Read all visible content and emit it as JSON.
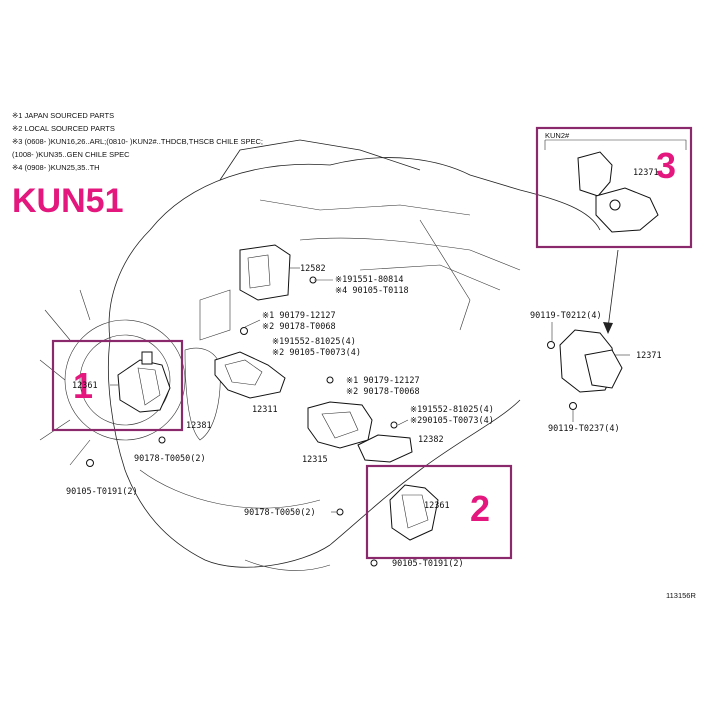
{
  "notes": [
    "※1 JAPAN SOURCED PARTS",
    "※2 LOCAL SOURCED PARTS",
    "※3 (0608-        )KUN16,26..ARL;(0810-        )KUN2#..THDCB,THSCB CHILE SPEC;",
    "(1008-        )KUN35..GEN CHILE SPEC",
    "※4 (0908-        )KUN25,35..TH"
  ],
  "model_title": "KUN51",
  "inset_label": "KUN2#",
  "callouts": [
    "1",
    "2",
    "3"
  ],
  "figure_id": "113156R",
  "parts": {
    "p12582": "12582",
    "bolt_a1": "※191551-80814",
    "bolt_a2": "※4 90105-T0118",
    "bolt_b1": "※1 90179-12127",
    "bolt_b2": "※2 90178-T0068",
    "bolt_c1": "※191552-81025(4)",
    "bolt_c2": "※2 90105-T0073(4)",
    "p12361_left": "12361",
    "p12381": "12381",
    "p12311": "12311",
    "nut_left": "90178-T0050(2)",
    "bolt_left": "90105-T0191(2)",
    "bolt_d1": "※1 90179-12127",
    "bolt_d2": "※2 90178-T0068",
    "bolt_e1": "※191552-81025(4)",
    "bolt_e2": "※290105-T0073(4)",
    "p12315": "12315",
    "p12382": "12382",
    "nut_right": "90178-T0050(2)",
    "p12361_right": "12361",
    "bolt_bottom": "90105-T0191(2)",
    "inset_part": "12371",
    "bolt_r_top": "90119-T0212(4)",
    "p12371": "12371",
    "bolt_r_bottom": "90119-T0237(4)"
  },
  "colors": {
    "callout": "#e3177d",
    "box": "#8a2a6c",
    "line": "#222222"
  }
}
